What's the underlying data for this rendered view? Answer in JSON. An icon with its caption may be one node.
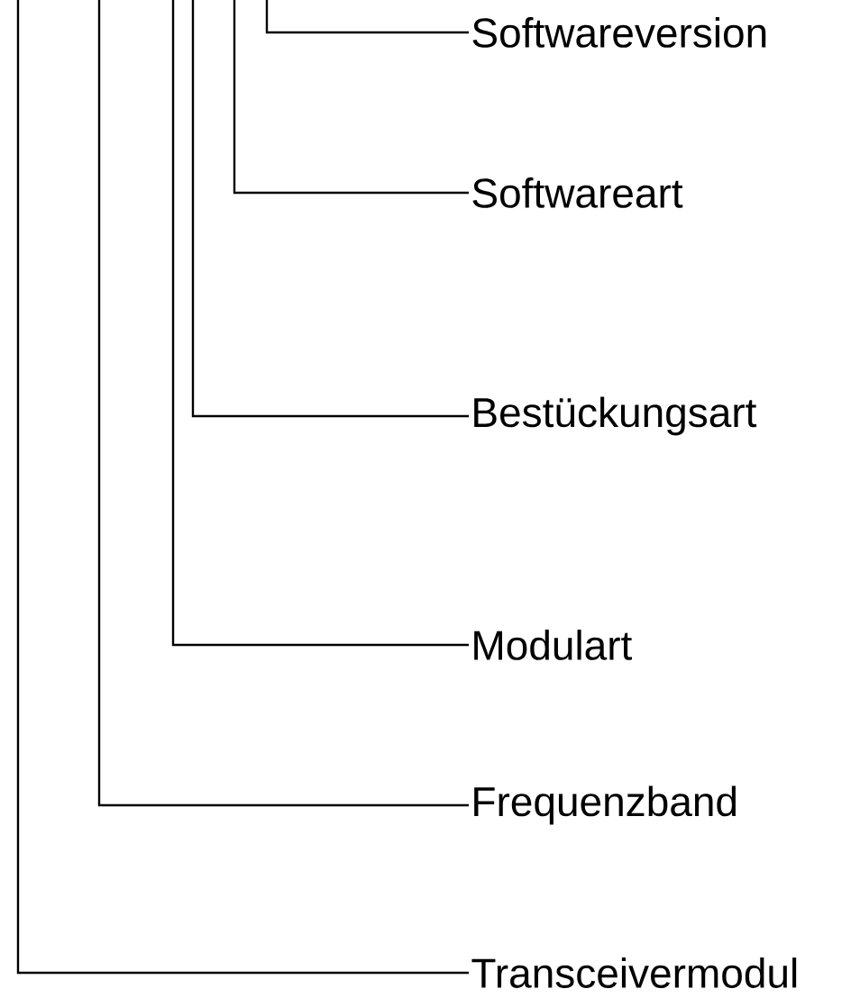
{
  "diagram": {
    "nodes": [
      {
        "text": [
          "Softwareversion"
        ]
      },
      {
        "text": [
          "Softwareart"
        ]
      },
      {
        "text": [
          "Bestückungsart"
        ]
      },
      {
        "text": [
          "Modulart"
        ]
      },
      {
        "text": [
          "Frequenzband"
        ]
      },
      {
        "text": [
          "Transceivermodul"
        ]
      }
    ],
    "edges": [
      {
        "from": 0,
        "to": null,
        "arrow": "none"
      },
      {
        "from": 1,
        "to": null,
        "arrow": "none"
      },
      {
        "from": 2,
        "to": null,
        "arrow": "none"
      },
      {
        "from": 3,
        "to": null,
        "arrow": "none"
      },
      {
        "from": 4,
        "to": null,
        "arrow": "none"
      },
      {
        "from": 5,
        "to": null,
        "arrow": "none"
      }
    ]
  }
}
